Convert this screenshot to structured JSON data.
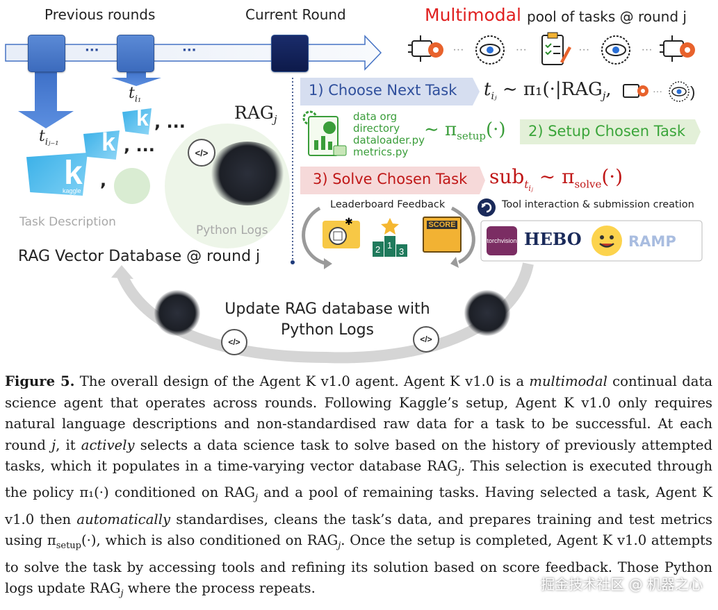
{
  "header": {
    "previous_rounds": "Previous rounds",
    "current_round": "Current Round",
    "multimodal_word": "Multimodal",
    "pool_label": "pool of tasks @ round j"
  },
  "timeline": {
    "dots_1": "···",
    "dots_2": "···"
  },
  "left": {
    "t_i1": "t",
    "t_i1_sub": "i₁",
    "t_ij1": "t",
    "t_ij1_sub": "iⱼ₋₁",
    "comma_1": ", ...",
    "comma_2": ", ...",
    "comma_3": ", ...",
    "comma_4": ",",
    "task_description": "Task Description",
    "python_logs": "Python Logs",
    "rag_db": "RAG Vector Database @ round j",
    "rag_symbol": "RAG",
    "rag_sub": "j",
    "kaggle": "kaggle"
  },
  "steps": {
    "step1": "1) Choose Next Task",
    "step2": "2) Setup Chosen Task",
    "step3": "3) Solve Chosen Task",
    "formula1": "t",
    "formula1_sub": "iⱼ",
    "formula1_rest": "∼ π₁(·|RAG",
    "formula1_sub2": "j",
    "formula1_end": ",",
    "formula2": "∼ π",
    "formula2_sub": "setup",
    "formula2_end": "(·)",
    "formula3": "sub",
    "formula3_sub": "t",
    "formula3_subsub": "iⱼ",
    "formula3_rest": "∼ π",
    "formula3_sub2": "solve",
    "formula3_end": "(·)",
    "setup_files": [
      "data org",
      "directory",
      "dataloader.py",
      "metrics.py"
    ]
  },
  "feedback": {
    "leaderboard": "Leaderboard Feedback",
    "tool_interaction": "Tool interaction & submission creation",
    "score": "SCORE",
    "tools": [
      "torchvision",
      "HEBO",
      "RAMP"
    ]
  },
  "update": {
    "line1": "Update RAG database with",
    "line2": "Python Logs"
  },
  "colors": {
    "multimodal": "#e02020",
    "step1_bg": "#d6def0",
    "step1_text": "#2f4f9c",
    "step2_bg": "#e3f0d8",
    "step2_text": "#3aa53a",
    "step3_bg": "#f6d9d9",
    "step3_text": "#c01818",
    "setup_green": "#3a9d3a",
    "timeline_blue": "#4472c4"
  },
  "caption": {
    "figure_label": "Figure 5.",
    "p1": " The overall design of the Agent K v1.0 agent. Agent K v1.0 is a ",
    "em1": "multimodal",
    "p2": " continual data science agent that operates across rounds. Following Kaggle’s setup, Agent K v1.0 only requires natural language descriptions and non-standardised raw data for a task to be successful. At each round ",
    "em2": "j",
    "p3": ", it ",
    "em3": "actively",
    "p4": " selects a data science task to solve based on the history of previously attempted tasks, which it populates in a time-varying vector database RAG",
    "sub1": "j",
    "p5": ". This selection is executed through the policy π₁(·) conditioned on RAG",
    "sub2": "j",
    "p6": " and a pool of remaining tasks. Having selected a task, Agent K v1.0 then ",
    "em4": "automatically",
    "p7": " standardises, cleans the task’s data, and prepares training and test metrics using π",
    "sub3": "setup",
    "p8": "(·), which is also conditioned on RAG",
    "sub4": "j",
    "p9": ". Once the setup is completed, Agent K v1.0 attempts to solve the task by accessing tools and refining its solution based on score feedback. Those Python logs update RAG",
    "sub5": "j",
    "p10": " where the process repeats."
  },
  "watermark": "掘金技术社区 @ 机器之心"
}
